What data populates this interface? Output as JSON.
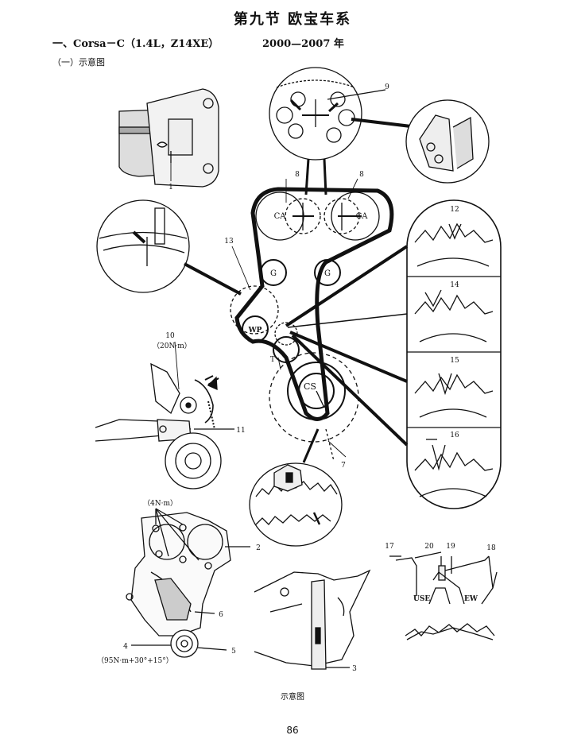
{
  "header": {
    "title": "第九节   欧宝车系",
    "section": "一、Corsa－C（1.4L，Z14XE）",
    "years": "2000—2007 年",
    "subsection": "（一）示意图"
  },
  "callouts": {
    "c1": "1",
    "c2": "2",
    "c3": "3",
    "c4": "4",
    "c5": "5",
    "c6": "6",
    "c7": "7",
    "c8a": "8",
    "c8b": "8",
    "c9": "9",
    "c10": "10",
    "c11": "11",
    "c12": "12",
    "c13": "13",
    "c14": "14",
    "c15": "15",
    "c16": "16",
    "c17": "17",
    "c18": "18",
    "c19": "19",
    "c20": "20"
  },
  "pulleys": {
    "cam_left": "CA",
    "cam_right": "CA",
    "idler_left": "G",
    "idler_right": "G",
    "water_pump": "WP",
    "tensioner": "T",
    "crankshaft": "CS"
  },
  "torques": {
    "t10": "（20N·m）",
    "t_cover": "（4N·m）",
    "t4": "（95N·m+30°+15°）"
  },
  "marks": {
    "use": "USE",
    "new": "EW"
  },
  "footer": {
    "caption": "示意图",
    "page": "86"
  }
}
